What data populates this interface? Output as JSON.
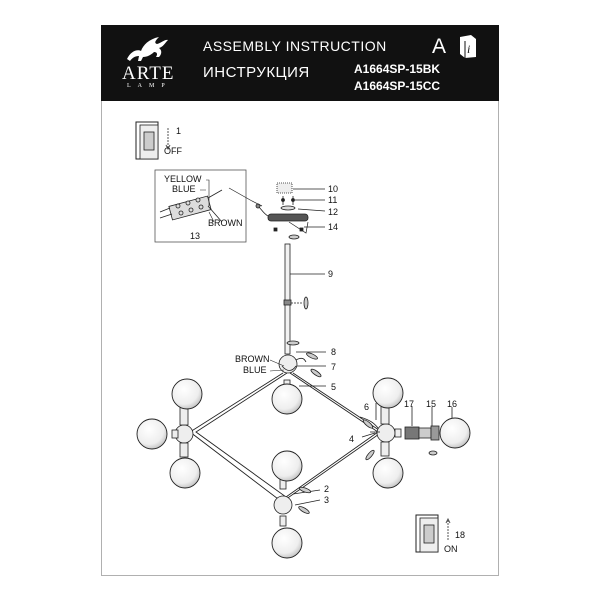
{
  "brand": {
    "name": "ARTE",
    "sub": "LAMP"
  },
  "header": {
    "title_en": "ASSEMBLY INSTRUCTION",
    "title_ru": "ИНСТРУКЦИЯ",
    "model_1": "A1664SP-15BK",
    "model_2": "A1664SP-15CC",
    "lang_letter": "A"
  },
  "switch_off": {
    "number": "1",
    "label": "OFF"
  },
  "switch_on": {
    "number": "18",
    "label": "ON"
  },
  "wires": {
    "yellow": "YELLOW",
    "blue": "BLUE",
    "brown": "BROWN",
    "brown_2": "BROWN",
    "blue_2": "BLUE"
  },
  "callouts": {
    "n2": "2",
    "n3": "3",
    "n4": "4",
    "n5": "5",
    "n6": "6",
    "n7": "7",
    "n8": "8",
    "n9": "9",
    "n10": "10",
    "n11": "11",
    "n12": "12",
    "n13": "13",
    "n14": "14",
    "n15": "15",
    "n16": "16",
    "n17": "17"
  }
}
